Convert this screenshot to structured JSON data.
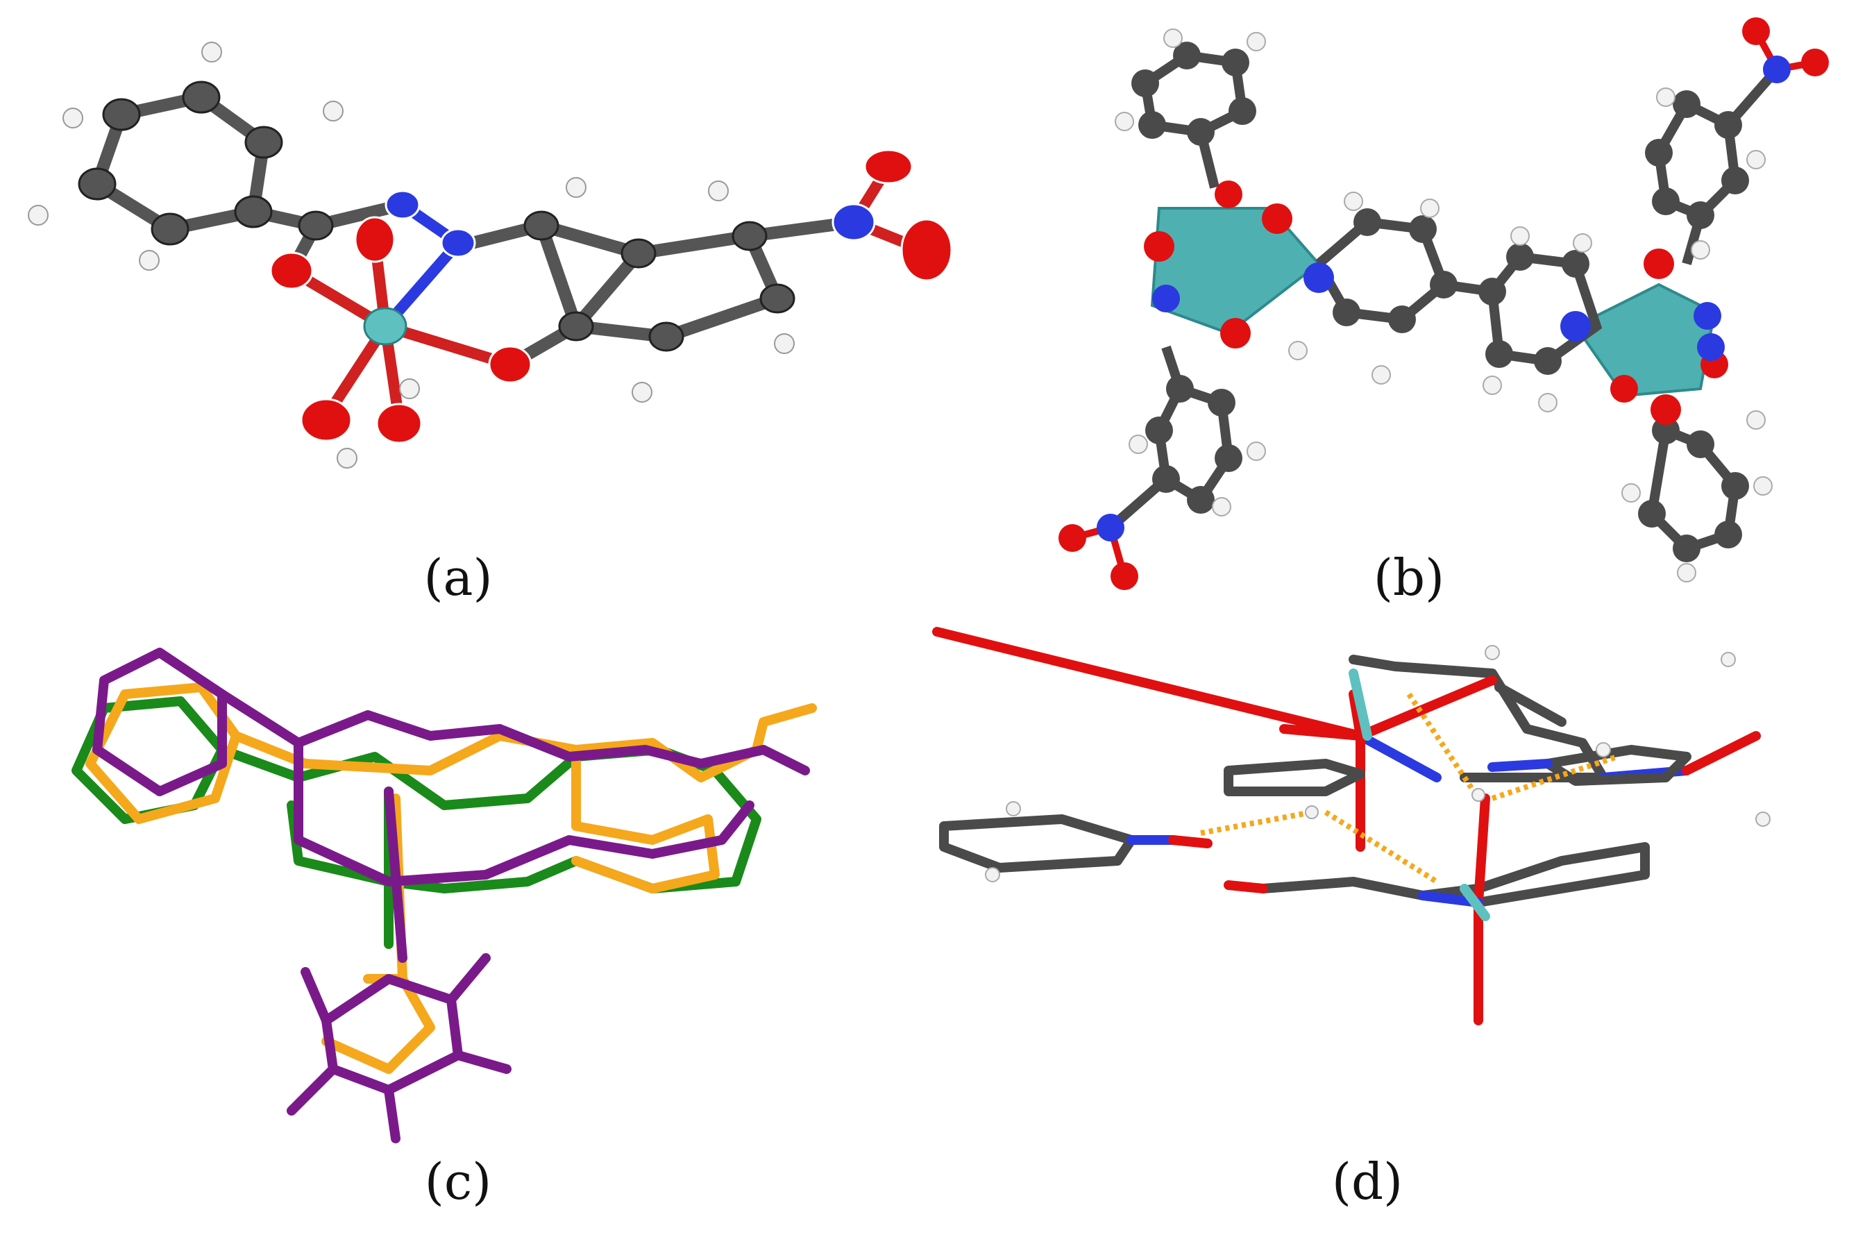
{
  "figure": {
    "panels": [
      {
        "id": "a",
        "caption": "(a)"
      },
      {
        "id": "b",
        "caption": "(b)"
      },
      {
        "id": "c",
        "caption": "(c)"
      },
      {
        "id": "d",
        "caption": "(d)"
      }
    ]
  },
  "colors": {
    "carbon": "#4a4a4a",
    "oxygen": "#e01010",
    "nitrogen": "#2a3ae0",
    "hydrogen": "#f2f2f2",
    "metal": "#5fc0c0",
    "polyhedron": "#4fb0b2",
    "overlay_green": "#1a8a1a",
    "overlay_purple": "#7a1a8a",
    "overlay_orange": "#f5a81c",
    "hbond": "#f5a81c"
  }
}
